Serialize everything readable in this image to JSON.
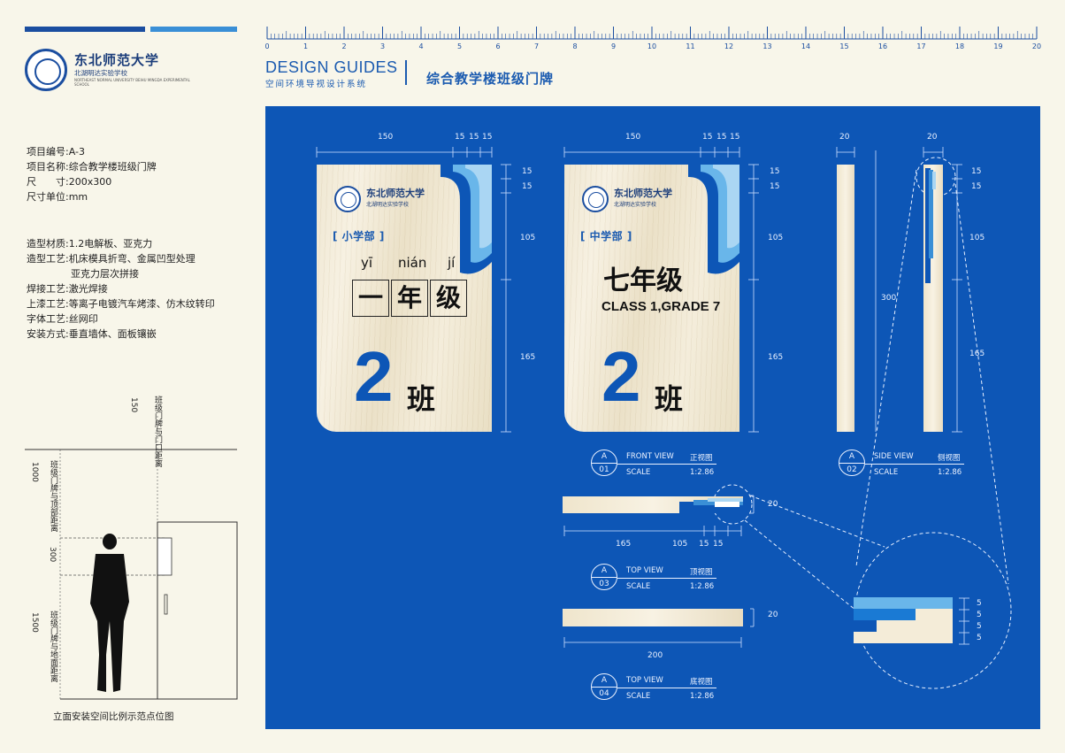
{
  "header": {
    "school_name": "东北师范大学",
    "school_sub": "北湖明达实验学校",
    "school_eng": "NORTHEAST NORMAL UNIVERSITY BEIHU MINGDA EXPERIMENTAL SCHOOL",
    "design_guides": "DESIGN GUIDES",
    "design_sub": "空间环境导视设计系统",
    "page_title": "综合教学楼班级门牌"
  },
  "ruler": {
    "ticks": [
      "0",
      "1",
      "2",
      "3",
      "4",
      "5",
      "6",
      "7",
      "8",
      "9",
      "10",
      "11",
      "12",
      "13",
      "14",
      "15",
      "16",
      "17",
      "18",
      "19",
      "20"
    ]
  },
  "spec": {
    "item_no": "项目编号:A-3",
    "item_name": "项目名称:综合教学楼班级门牌",
    "size": "尺　　寸:200x300",
    "unit": "尺寸单位:mm",
    "material": "造型材质:1.2电解板、亚克力",
    "process1": "造型工艺:机床模具折弯、金属凹型处理",
    "process2": "亚克力层次拼接",
    "weld": "焊接工艺:激光焊接",
    "paint": "上漆工艺:等离子电镀汽车烤漆、仿木纹转印",
    "font": "字体工艺:丝网印",
    "install": "安装方式:垂直墙体、面板镶嵌"
  },
  "elevation": {
    "label_top": "班级门牌与门口距离",
    "label_top_val": "150",
    "label_mid": "班级门牌与顶部距离",
    "label_mid_val": "1000",
    "label_300": "300",
    "label_bottom": "班级门牌与地面距离",
    "label_bottom_val": "1500",
    "caption": "立面安装空间比例示范点位图"
  },
  "sign1": {
    "dept": "[ 小学部 ]",
    "pinyin1": "yī",
    "pinyin2": "nián",
    "pinyin3": "jí",
    "char1": "一",
    "char2": "年",
    "char3": "级",
    "number": "2",
    "ban": "班"
  },
  "sign2": {
    "dept": "[ 中学部 ]",
    "grade": "七年级",
    "grade_en": "CLASS 1,GRADE 7",
    "number": "2",
    "ban": "班"
  },
  "dims": {
    "w150": "150",
    "w15a": "15",
    "w15b": "15",
    "w15c": "15",
    "h15a": "15",
    "h15b": "15",
    "h105": "105",
    "h165": "165",
    "side20a": "20",
    "side20b": "20",
    "side300": "300",
    "top20": "20",
    "top165": "165",
    "top105": "105",
    "top15a": "15",
    "top15b": "15",
    "bottom20": "20",
    "bottom200": "200",
    "d5a": "5",
    "d5b": "5",
    "d5c": "5",
    "d5d": "5"
  },
  "views": {
    "front": {
      "letter": "A",
      "num": "01",
      "name_en": "FRONT VIEW",
      "name_cn": "正视图",
      "scale": "SCALE",
      "ratio": "1:2.86"
    },
    "side": {
      "letter": "A",
      "num": "02",
      "name_en": "SIDE VIEW",
      "name_cn": "侧视图",
      "scale": "SCALE",
      "ratio": "1:2.86"
    },
    "top": {
      "letter": "A",
      "num": "03",
      "name_en": "TOP VIEW",
      "name_cn": "顶视图",
      "scale": "SCALE",
      "ratio": "1:2.86"
    },
    "bottom": {
      "letter": "A",
      "num": "04",
      "name_en": "TOP VIEW",
      "name_cn": "底视图",
      "scale": "SCALE",
      "ratio": "1:2.86"
    }
  },
  "colors": {
    "panel_blue": "#0d56b6",
    "accent_blue": "#1b5bb0",
    "light_blue": "#69b6ea",
    "cream": "#f8f6ea"
  }
}
